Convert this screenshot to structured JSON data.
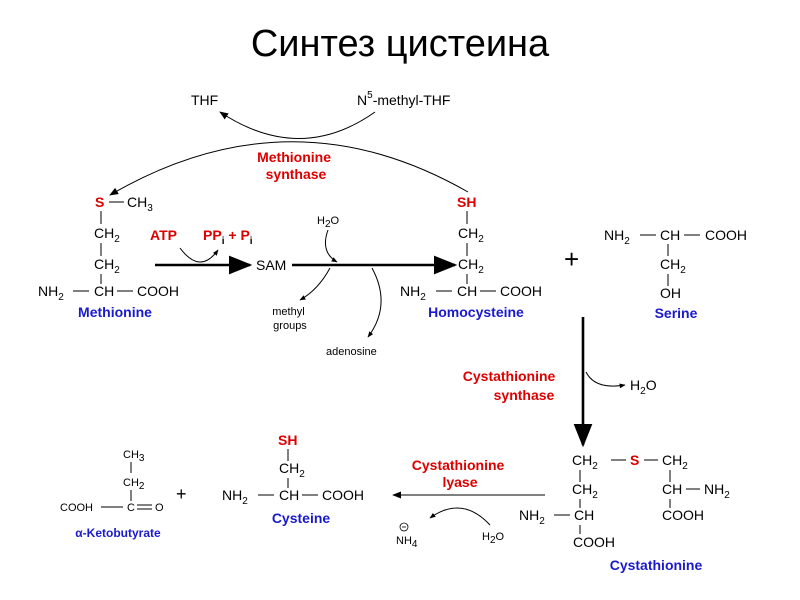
{
  "title": "Синтез цистеина",
  "cofactors": {
    "thf": "THF",
    "n5": "N",
    "n5_sup": "5",
    "n5_rest": "-methyl-THF"
  },
  "enzymes": {
    "methionine_synthase": [
      "Methionine",
      "synthase"
    ],
    "cystathionine_synthase": [
      "Cystathionine",
      "synthase"
    ],
    "cystathionine_lyase": [
      "Cystathionine",
      "lyase"
    ]
  },
  "reagents": {
    "atp": "ATP",
    "ppi": "PP",
    "pi": "P",
    "sub_i": "i",
    "plus_mid": " + ",
    "sam": "SAM",
    "h2o": "H",
    "o": "O",
    "sub2": "2",
    "methyl_groups": [
      "methyl",
      "groups"
    ],
    "adenosine": "adenosine",
    "nh4": "NH",
    "sub4": "4",
    "plus_big": "+"
  },
  "molecules": {
    "methionine": {
      "name": "Methionine",
      "s": "S",
      "ch3": "CH",
      "sub3": "3",
      "ch2": "CH",
      "nh2": "NH",
      "ch": "CH",
      "cooh": "COOH"
    },
    "homocysteine": {
      "name": "Homocysteine",
      "sh": "SH"
    },
    "serine": {
      "name": "Serine",
      "oh": "OH"
    },
    "cystathionine": {
      "name": "Cystathionine"
    },
    "cysteine": {
      "name": "Cysteine"
    },
    "ketobutyrate": {
      "name": "α-Ketobutyrate",
      "c": "C",
      "o": "O"
    }
  }
}
